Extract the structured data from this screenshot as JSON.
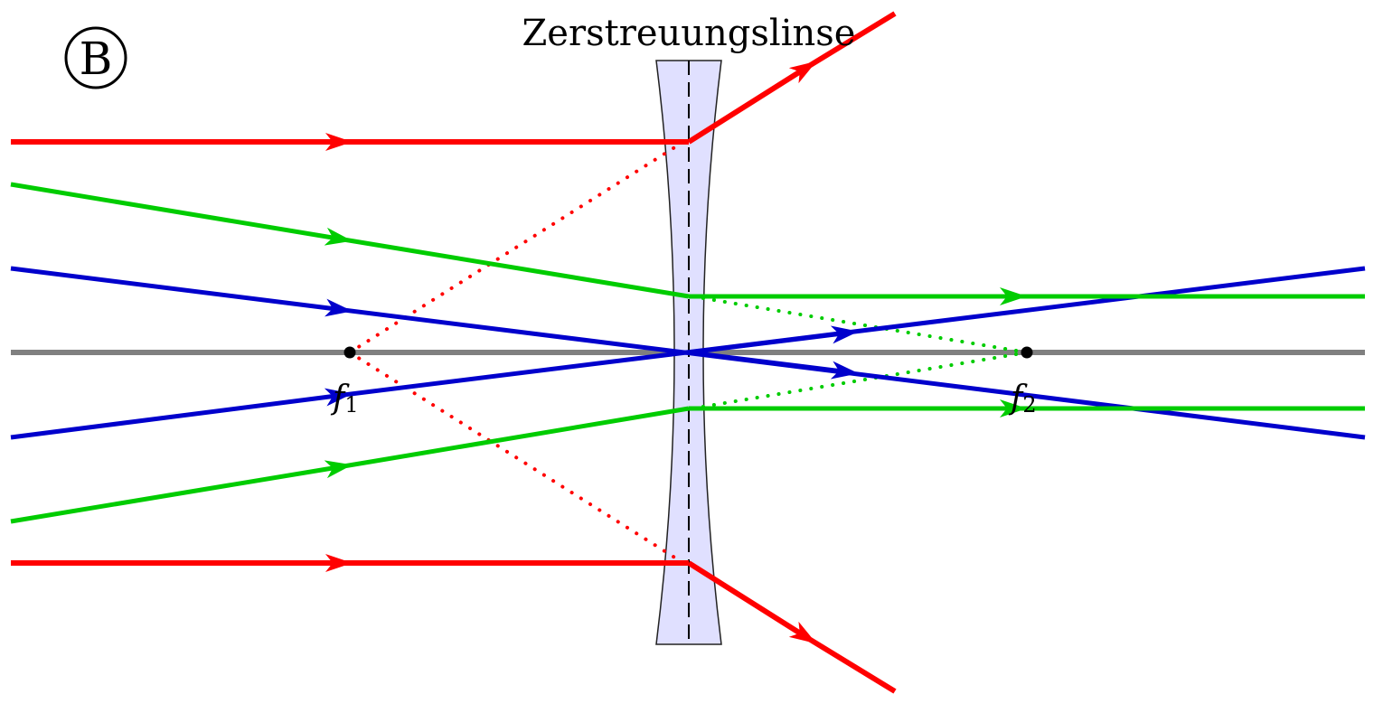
{
  "diagram": {
    "badge_letter": "B",
    "lens_title": "Zerstreuungslinse",
    "focal_point_left": {
      "symbol": "f",
      "subscript": "1"
    },
    "focal_point_right": {
      "symbol": "f",
      "subscript": "2"
    }
  },
  "colors": {
    "parallel_ray": "#ff0000",
    "oblique_ray": "#00cc00",
    "central_ray": "#0000cc",
    "optical_axis": "#808080",
    "lens_fill": "#e0e0ff",
    "lens_stroke": "#222222"
  }
}
